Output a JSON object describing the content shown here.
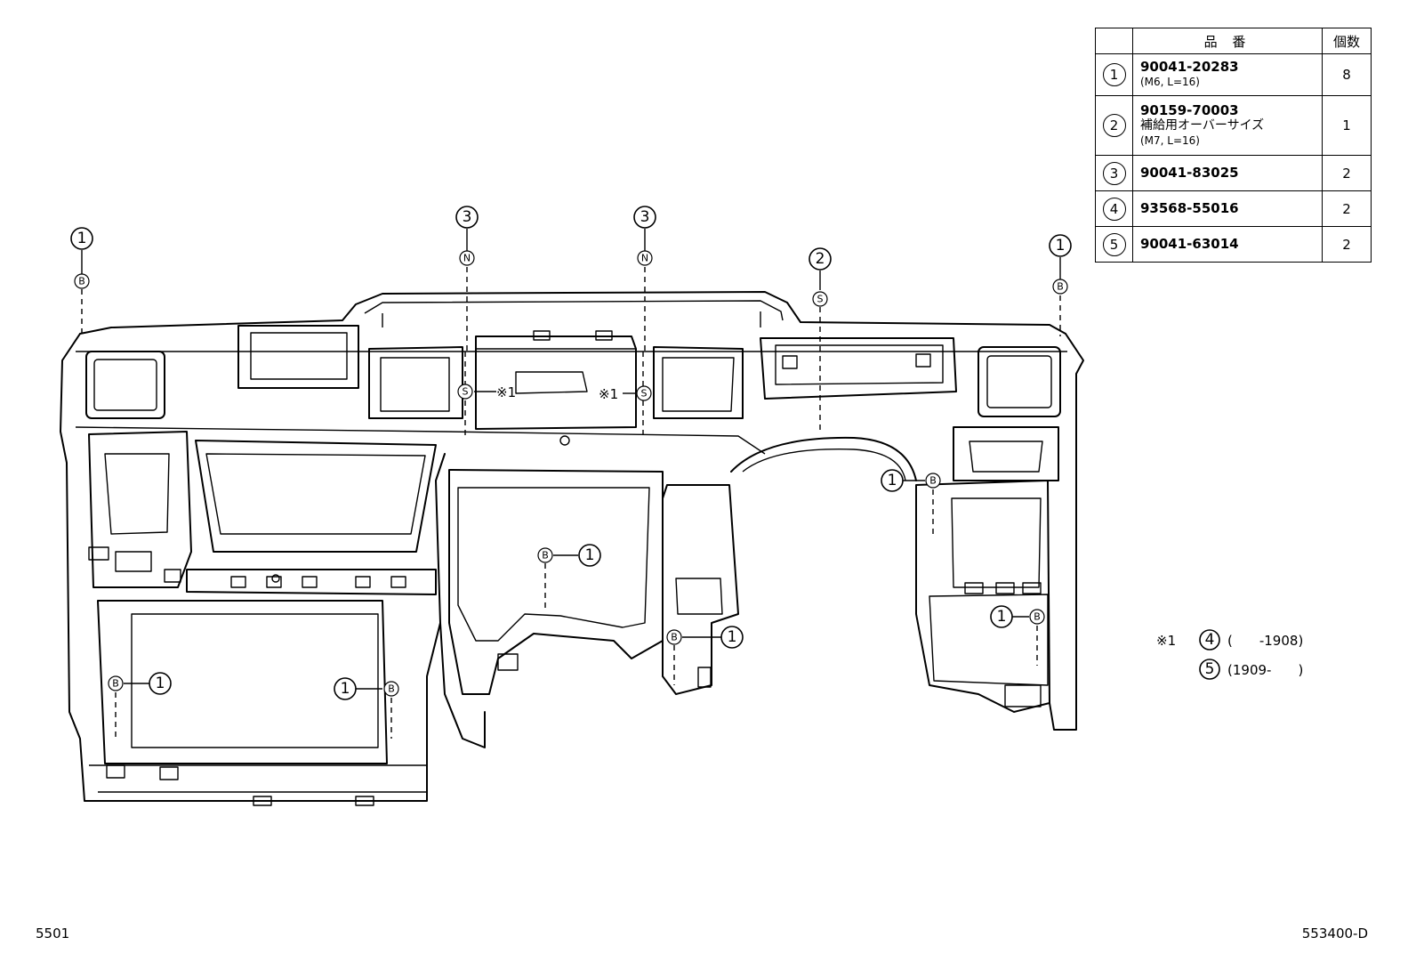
{
  "table": {
    "header_part_number": "品 番",
    "header_qty": "個数",
    "rows": [
      {
        "index": "1",
        "part_number": "90041-20283",
        "note": "",
        "spec": "(M6, L=16)",
        "qty": "8"
      },
      {
        "index": "2",
        "part_number": "90159-70003",
        "note": "補給用オーバーサイズ",
        "spec": "(M7, L=16)",
        "qty": "1"
      },
      {
        "index": "3",
        "part_number": "90041-83025",
        "note": "",
        "spec": "",
        "qty": "2"
      },
      {
        "index": "4",
        "part_number": "93568-55016",
        "note": "",
        "spec": "",
        "qty": "2"
      },
      {
        "index": "5",
        "part_number": "90041-63014",
        "note": "",
        "spec": "",
        "qty": "2"
      }
    ]
  },
  "callouts": {
    "n1": "1",
    "n2": "2",
    "n3": "3",
    "n4": "4",
    "n5": "5",
    "bolt_b": "B",
    "bolt_s": "S",
    "bolt_n": "N",
    "ref_mark": "※1"
  },
  "notes": {
    "mark": "※1",
    "item4_range": "(　　-1908)",
    "item5_range": "(1909-　　)"
  },
  "codes": {
    "page_left": "5501",
    "page_right": "553400-D"
  }
}
